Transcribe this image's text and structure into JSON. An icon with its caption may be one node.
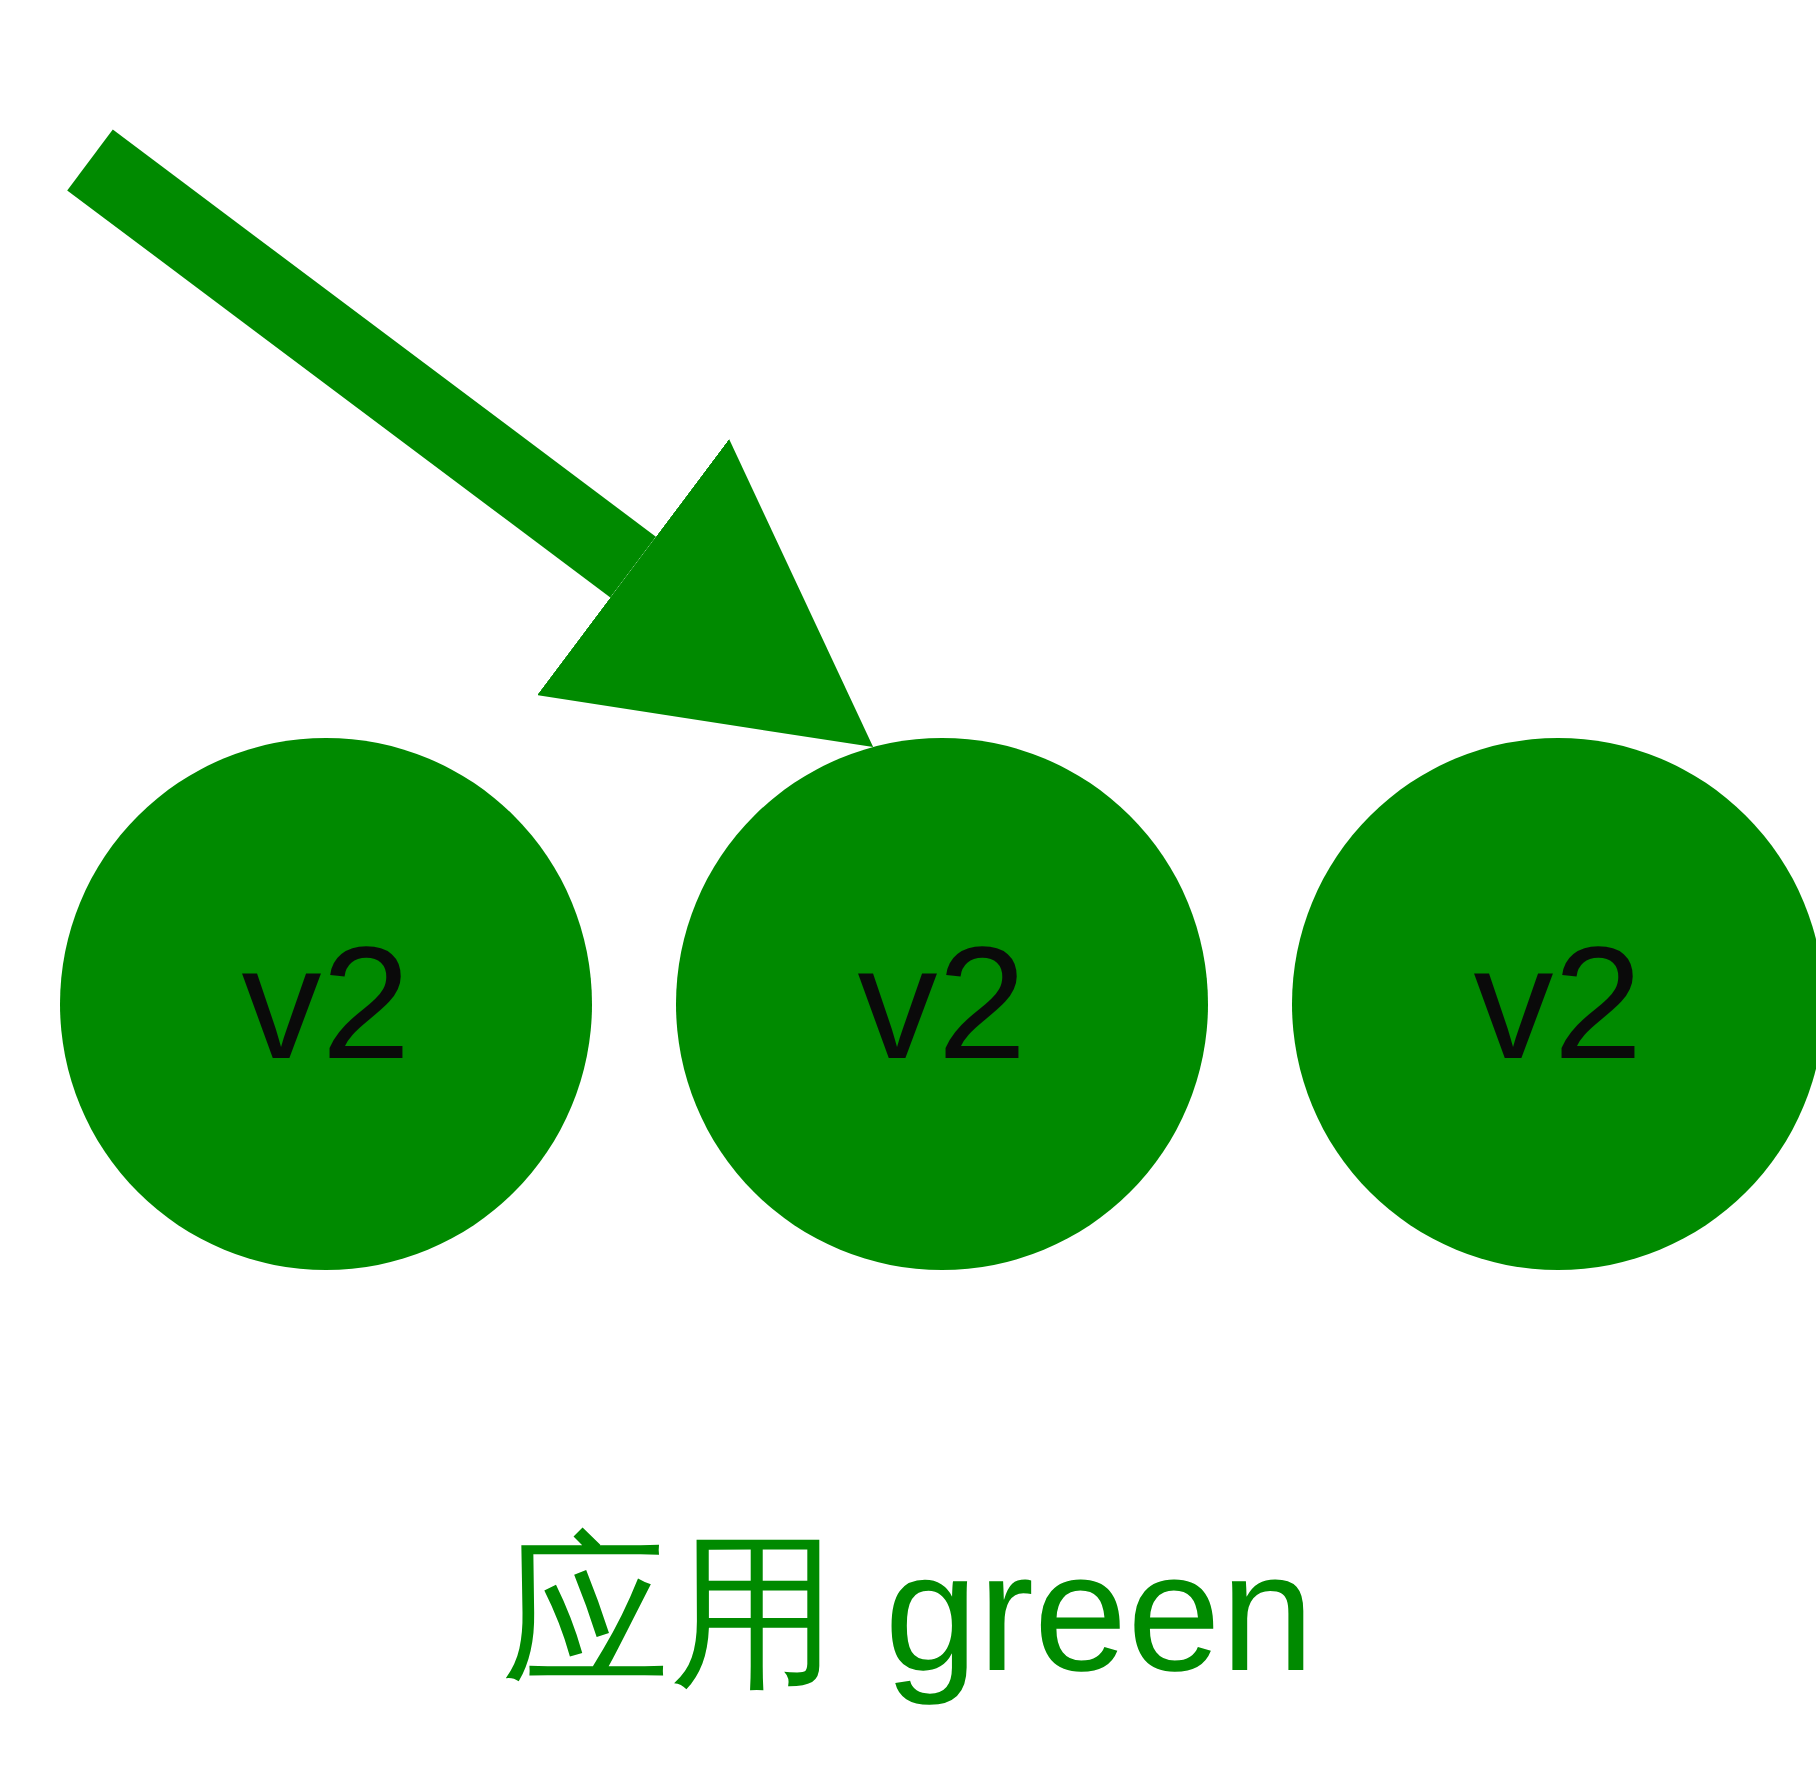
{
  "diagram": {
    "nodes": [
      {
        "text": [
          "v2"
        ]
      },
      {
        "text": [
          "v2"
        ]
      },
      {
        "text": [
          "v2"
        ]
      }
    ],
    "edges": [
      {
        "from": null,
        "to": 1,
        "arrow": "to"
      }
    ],
    "labels": [
      "应用 green"
    ]
  }
}
